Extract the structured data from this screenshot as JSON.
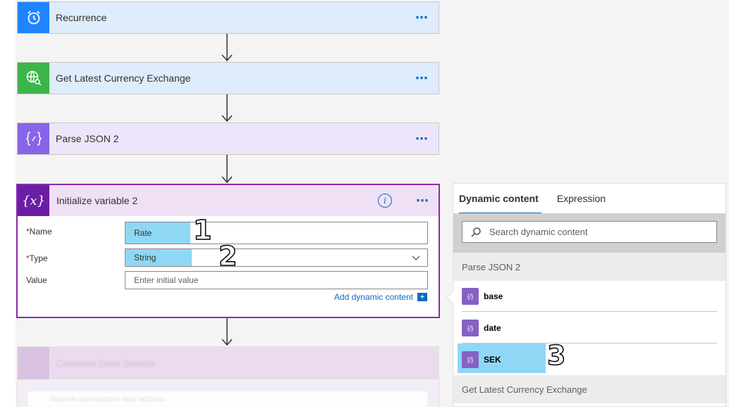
{
  "cards": [
    {
      "title": "Recurrence",
      "more": "⋯",
      "icon": "alarm-clock-icon",
      "color": "#1f85ff",
      "bg": "#deecfb"
    },
    {
      "title": "Get Latest Currency Exchange",
      "more": "⋯",
      "icon": "globe-search-icon",
      "color": "#3cb54a",
      "bg": "#deecfb"
    },
    {
      "title": "Parse JSON 2",
      "more": "⋯",
      "icon": "json-braces-icon",
      "color": "#8864e8",
      "bg": "#ede6fa"
    }
  ],
  "init_variable": {
    "title": "Initialize variable 2",
    "icon_glyph": "{x}",
    "more": "⋯",
    "info_glyph": "i",
    "required_mark": "*",
    "name_label": "Name",
    "name_value": "Rate",
    "type_label": "Type",
    "type_value": "String",
    "value_label": "Value",
    "value_placeholder": "Enter initial value",
    "add_dynamic": "Add dynamic content",
    "add_glyph": "+"
  },
  "callouts": [
    "1",
    "2",
    "3"
  ],
  "dynamic_panel": {
    "tabs": [
      "Dynamic content",
      "Expression"
    ],
    "search_placeholder": "Search dynamic content",
    "section1": "Parse JSON 2",
    "items": [
      {
        "label": "base"
      },
      {
        "label": "date"
      },
      {
        "label": "SEK"
      }
    ],
    "item_glyph": "{/}",
    "section2": "Get Latest Currency Exchange"
  },
  "faded_card": {
    "title": "Common Data Service",
    "search": "Search connectors and actions"
  }
}
